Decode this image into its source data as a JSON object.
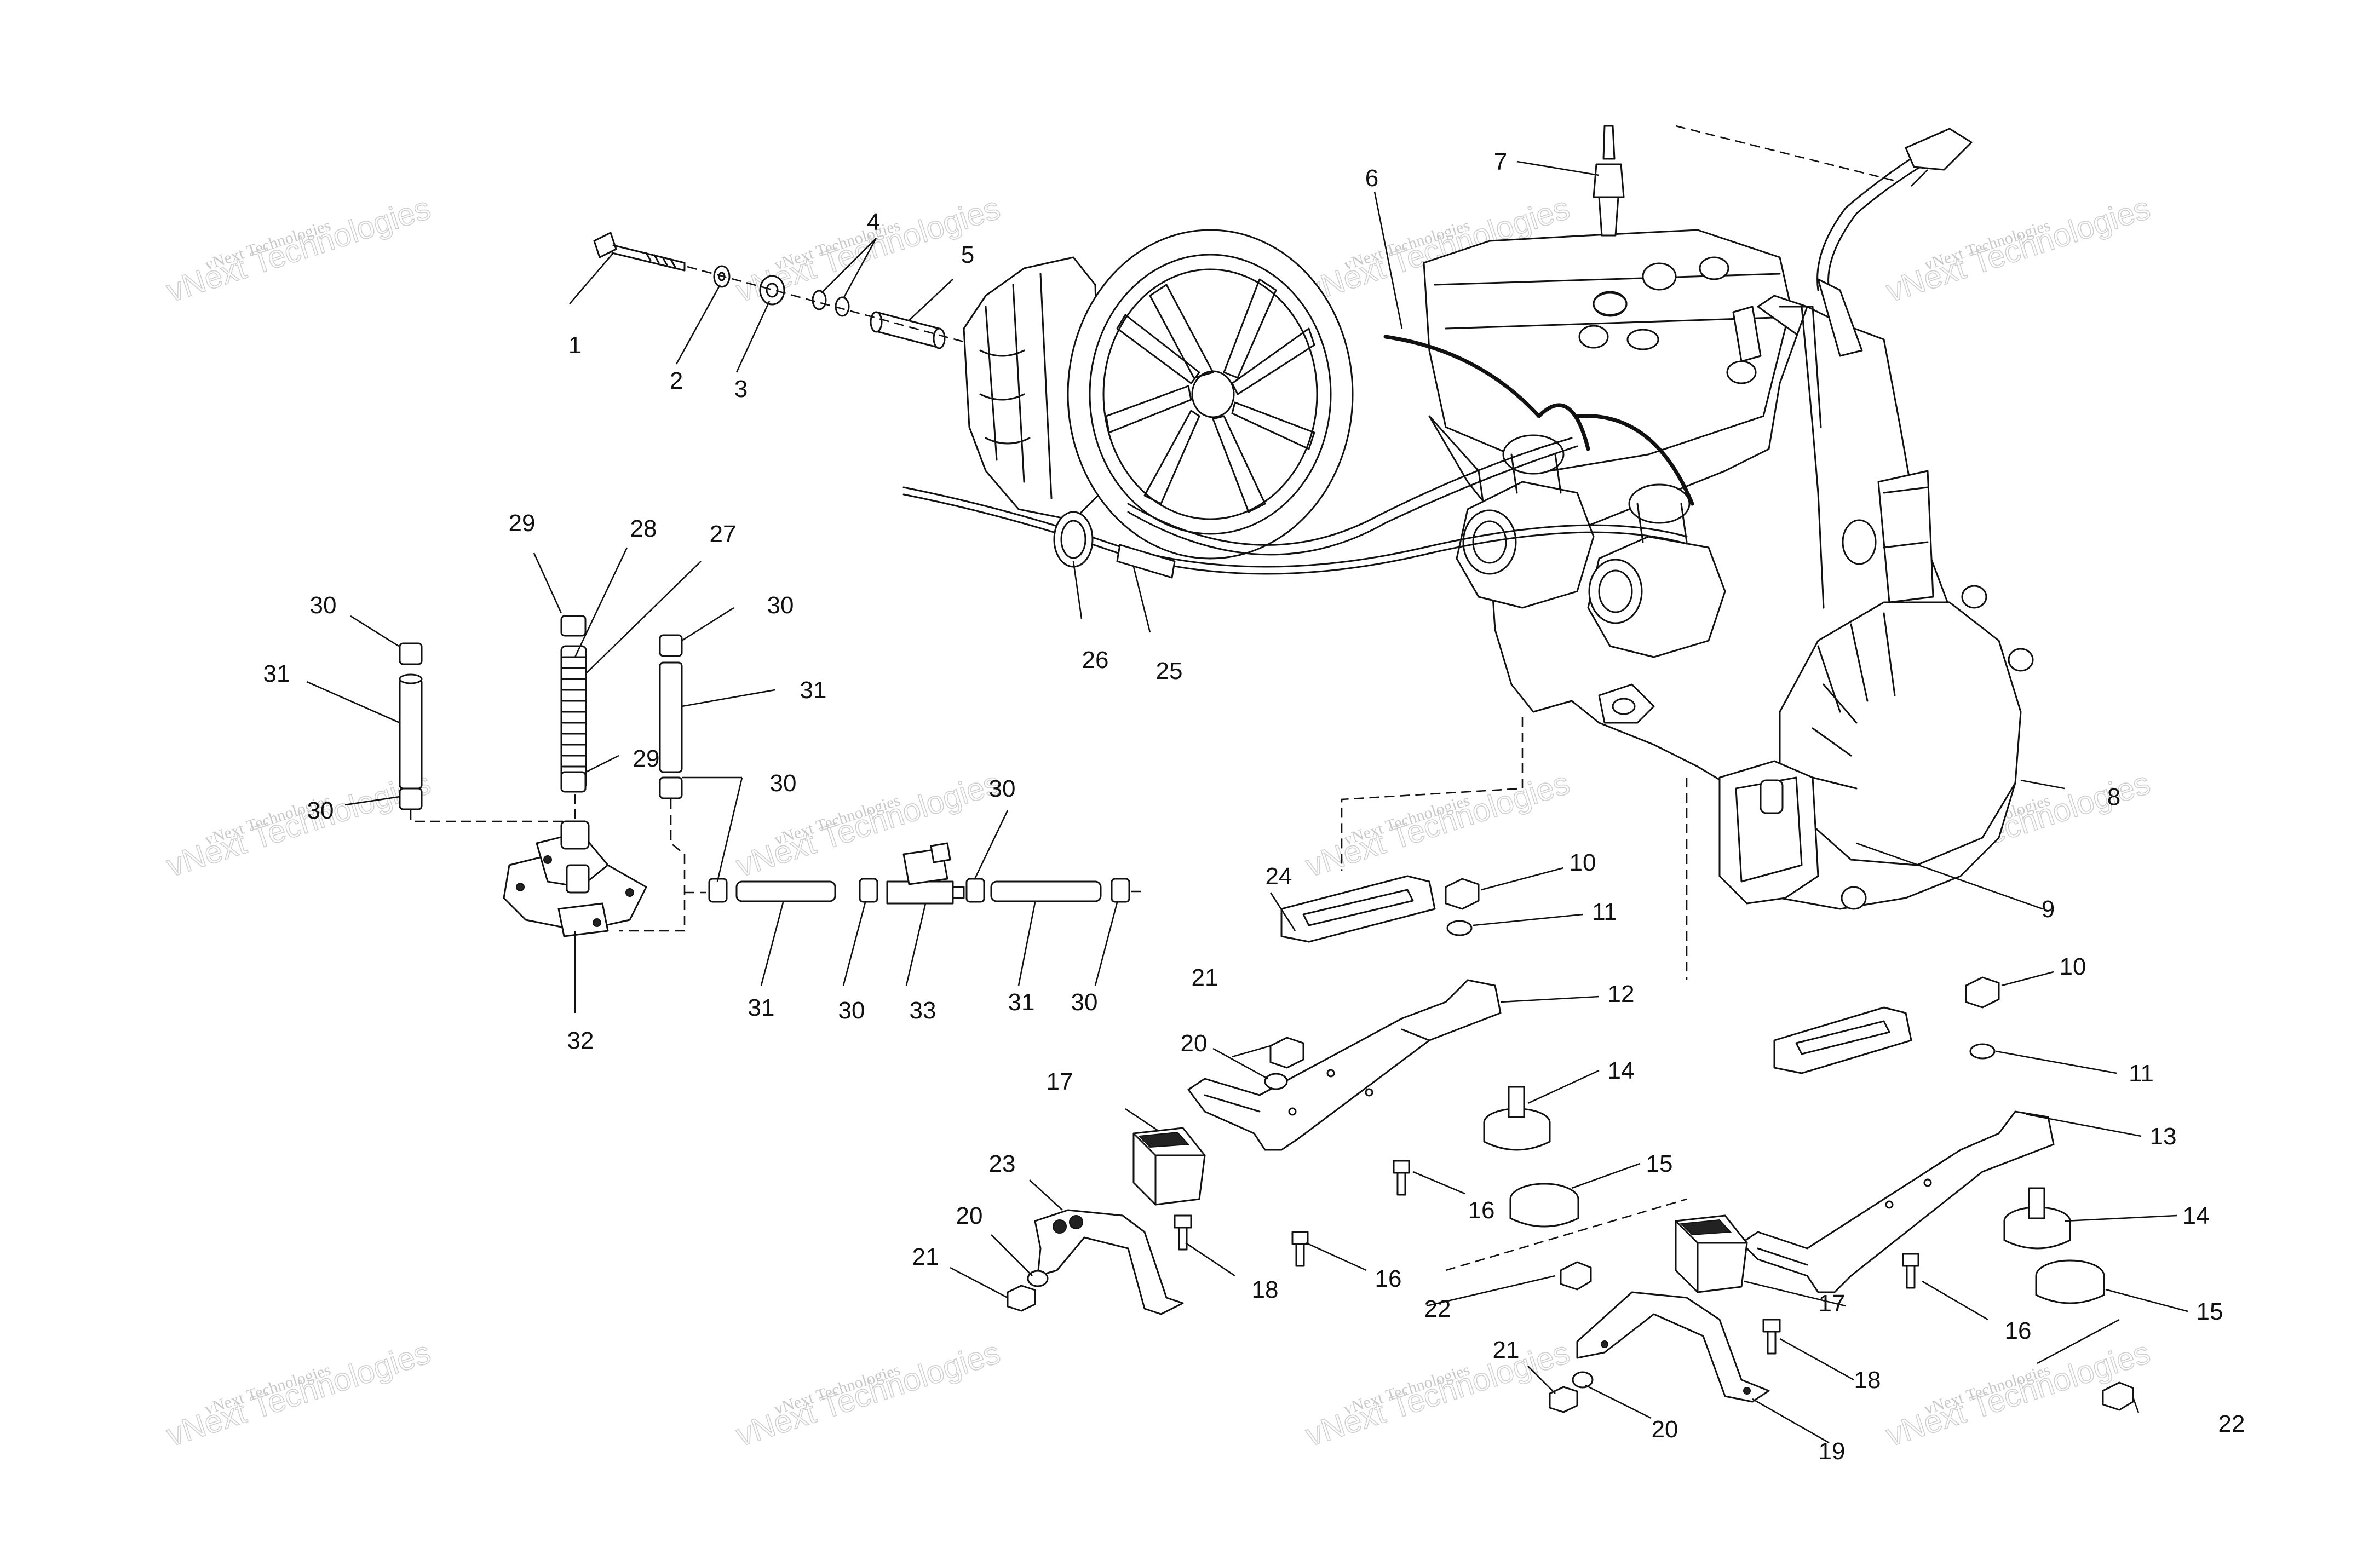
{
  "callouts": {
    "c1": "1",
    "c2": "2",
    "c3": "3",
    "c4": "4",
    "c5": "5",
    "c6": "6",
    "c7": "7",
    "c8": "8",
    "c9": "9",
    "c10a": "10",
    "c10b": "10",
    "c11a": "11",
    "c11b": "11",
    "c12": "12",
    "c13": "13",
    "c14a": "14",
    "c14b": "14",
    "c15a": "15",
    "c15b": "15",
    "c16a": "16",
    "c16b": "16",
    "c16c": "16",
    "c17a": "17",
    "c17b": "17",
    "c18a": "18",
    "c18b": "18",
    "c19": "19",
    "c20a": "20",
    "c20b": "20",
    "c20c": "20",
    "c21a": "21",
    "c21b": "21",
    "c21c": "21",
    "c22a": "22",
    "c22b": "22",
    "c23": "23",
    "c24": "24",
    "c25": "25",
    "c26": "26",
    "c27": "27",
    "c28": "28",
    "c29a": "29",
    "c29b": "29",
    "c30a": "30",
    "c30b": "30",
    "c30c": "30",
    "c30d": "30",
    "c30e": "30",
    "c30f": "30",
    "c30g": "30",
    "c31a": "31",
    "c31b": "31",
    "c31c": "31",
    "c31d": "31",
    "c32": "32",
    "c33": "33"
  },
  "watermark": {
    "line1": "vNext Technologies",
    "line2": "vNext Technologies"
  }
}
